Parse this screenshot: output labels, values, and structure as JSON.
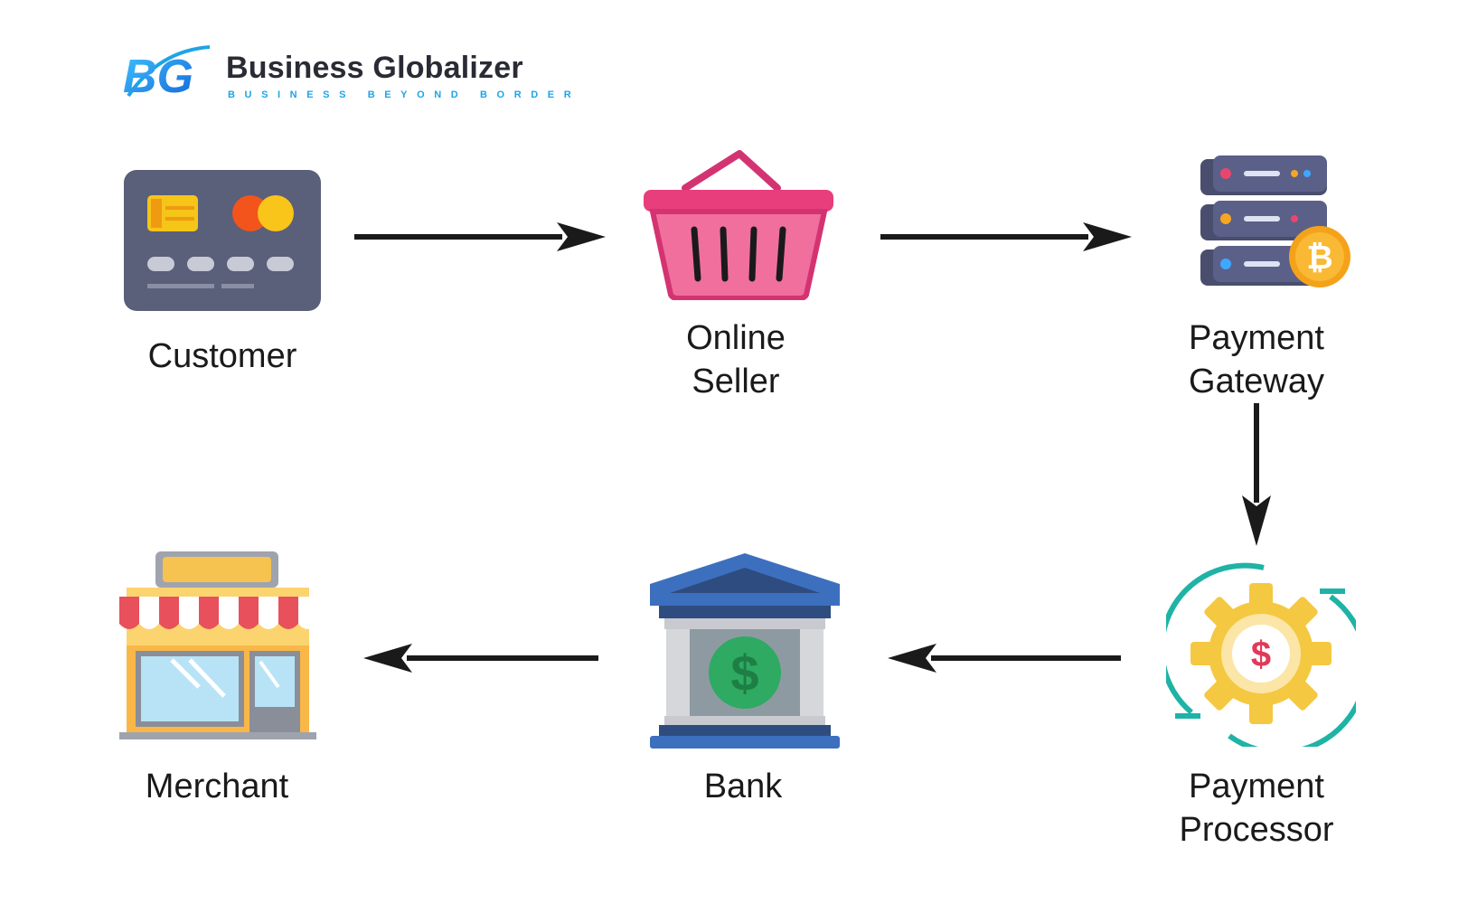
{
  "logo": {
    "initials": "BG",
    "name": "Business Globalizer",
    "tagline": "BUSINESS BEYOND BORDER"
  },
  "nodes": {
    "customer": {
      "label": "Customer",
      "icon": "credit-card-icon"
    },
    "online_seller": {
      "label": "Online\nSeller",
      "icon": "shopping-basket-icon"
    },
    "payment_gateway": {
      "label": "Payment\nGateway",
      "icon": "server-bitcoin-icon"
    },
    "payment_processor": {
      "label": "Payment\nProcessor",
      "icon": "gear-dollar-icon"
    },
    "bank": {
      "label": "Bank",
      "icon": "bank-building-icon"
    },
    "merchant": {
      "label": "Merchant",
      "icon": "storefront-icon"
    }
  },
  "flow": [
    [
      "customer",
      "online_seller"
    ],
    [
      "online_seller",
      "payment_gateway"
    ],
    [
      "payment_gateway",
      "payment_processor"
    ],
    [
      "payment_processor",
      "bank"
    ],
    [
      "bank",
      "merchant"
    ]
  ],
  "colors": {
    "arrow": "#1a1a1a",
    "brand_dark": "#2b2b36",
    "brand_blue": "#1fa4e6"
  }
}
